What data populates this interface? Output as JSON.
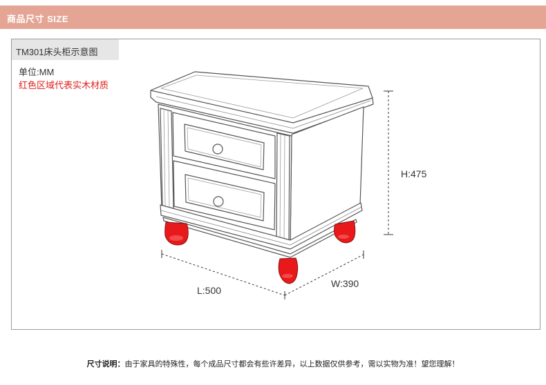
{
  "header": {
    "title": "商品尺寸 SIZE"
  },
  "panel": {
    "model_label": "TM301床头柜示意图",
    "unit_label": "单位:MM",
    "wood_note": "红色区域代表实木材质"
  },
  "dimensions": {
    "height": "H:475",
    "length": "L:500",
    "width": "W:390"
  },
  "colors": {
    "header_bg": "#e4a595",
    "solid_wood": "#e8191b",
    "note_red": "#e0201c"
  },
  "footnote": {
    "label": "尺寸说明：",
    "text": "由于家具的特殊性，每个成品尺寸都会有些许差异，以上数据仅供参考，需以实物为准！望您理解！"
  }
}
